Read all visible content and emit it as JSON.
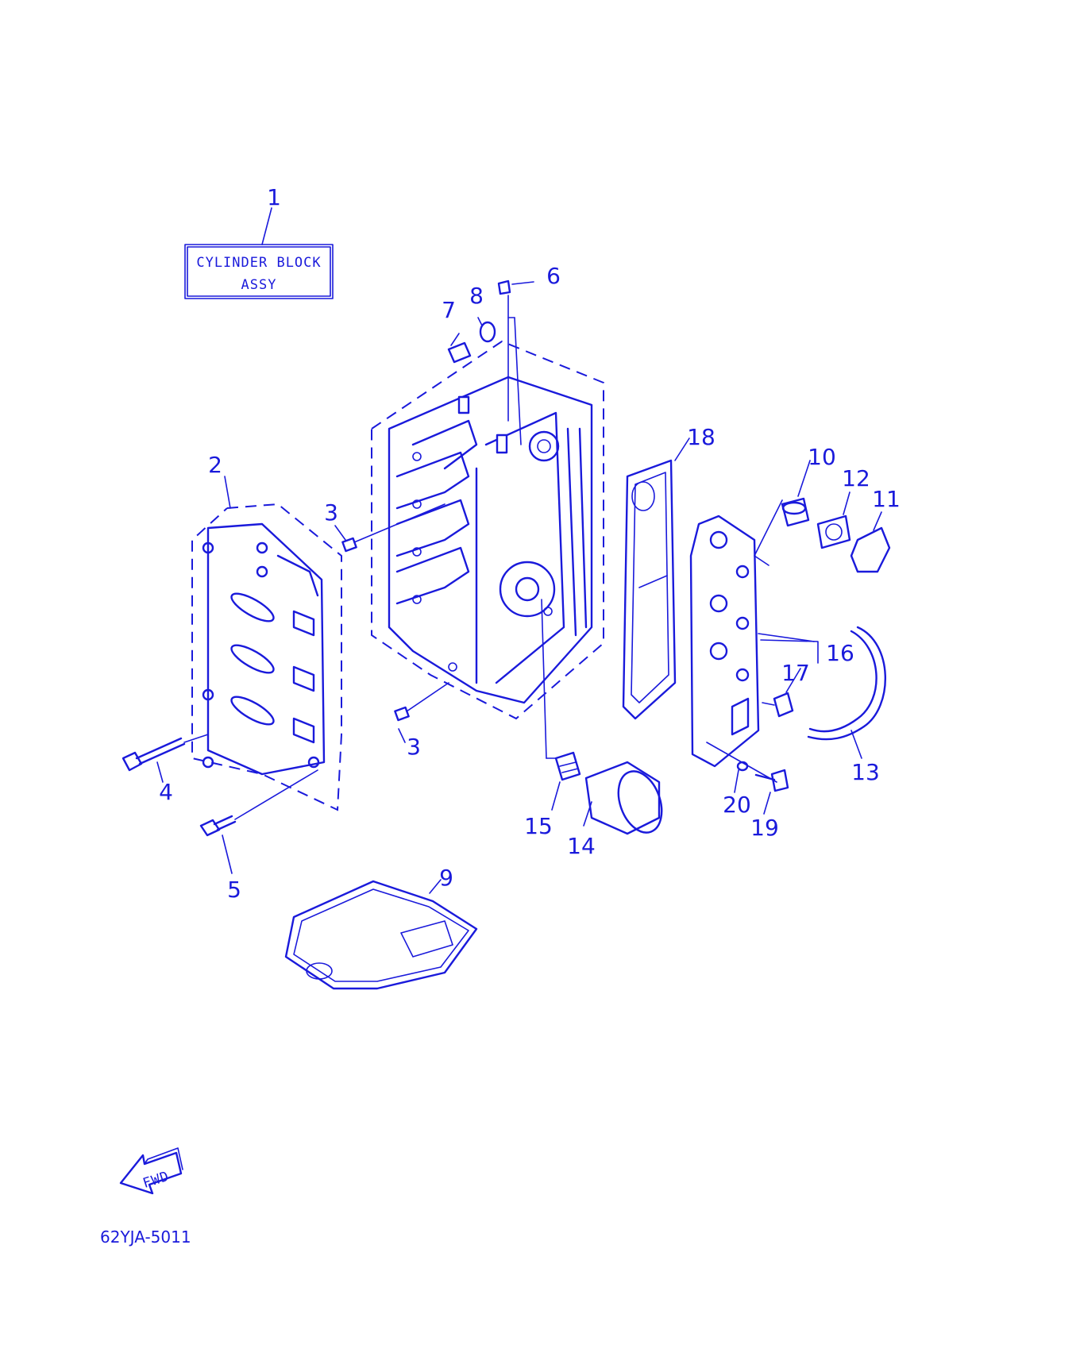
{
  "title_box": {
    "line1": "CYLINDER BLOCK",
    "line2": "ASSY"
  },
  "callouts": [
    "1",
    "2",
    "3",
    "3",
    "4",
    "5",
    "6",
    "7",
    "8",
    "9",
    "10",
    "11",
    "12",
    "13",
    "14",
    "15",
    "16",
    "17",
    "18",
    "19",
    "20"
  ],
  "fwd_label": "FWD",
  "diagram_code": "62YJA-5011",
  "colors": {
    "ink": "#1a1adb",
    "background": "#ffffff"
  }
}
